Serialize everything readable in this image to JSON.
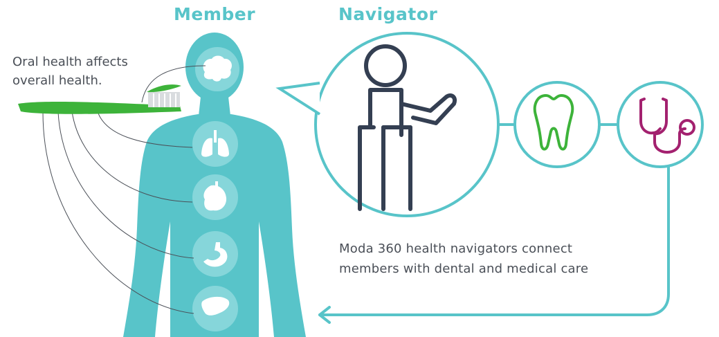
{
  "headings": {
    "member": "Member",
    "navigator": "Navigator"
  },
  "oral_health_caption": {
    "line1": "Oral health affects",
    "line2": "overall health."
  },
  "navigator_caption": {
    "line1": "Moda 360 health navigators connect",
    "line2": "members with dental and medical care"
  },
  "icons": {
    "toothbrush": "toothbrush-icon",
    "body": "human-body-silhouette",
    "organs": [
      "brain-icon",
      "lungs-icon",
      "heart-icon",
      "stomach-icon",
      "liver-icon"
    ],
    "navigator": "person-pointing-icon",
    "dental": "tooth-icon",
    "medical": "stethoscope-icon"
  },
  "colors": {
    "teal": "#58c4c9",
    "teal_light": "#86d6da",
    "green": "#3db33a",
    "magenta": "#a3216f",
    "text": "#4a4f57",
    "navy": "#343f52"
  }
}
